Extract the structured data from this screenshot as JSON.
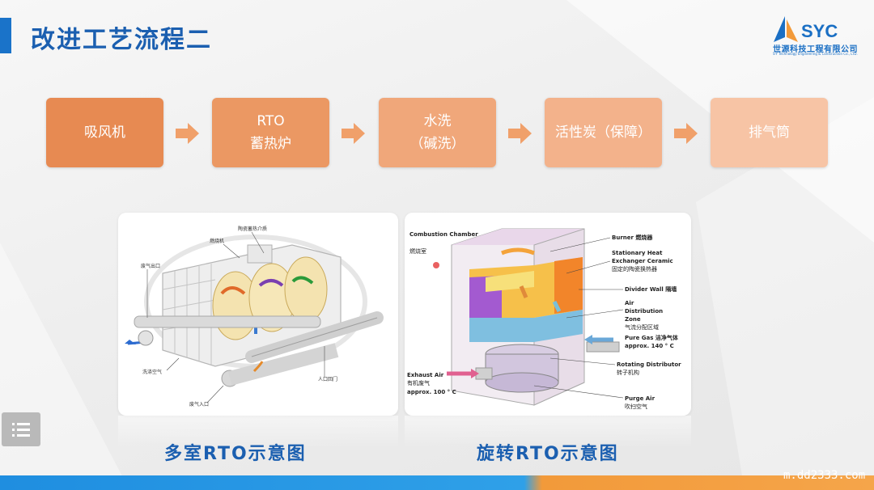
{
  "slide": {
    "title": "改进工艺流程二",
    "logo_brand": "SYC",
    "logo_company": "世源科技工程有限公司",
    "logo_subtitle": "S-Y Technology Engineering & Construction Co., LTD."
  },
  "process_steps": [
    {
      "line1": "吸风机",
      "line2": ""
    },
    {
      "line1": "RTO",
      "line2": "蓄热炉"
    },
    {
      "line1": "水洗",
      "line2": "（碱洗）"
    },
    {
      "line1": "活性炭（保障）",
      "line2": ""
    },
    {
      "line1": "排气筒",
      "line2": ""
    }
  ],
  "diagram_left": {
    "caption": "多室RTO示意图",
    "labels": {
      "ceramic": "陶瓷蓄热介质",
      "burner": "燃烧机",
      "gas_out": "废气出口",
      "purge": "洗涤空气",
      "manhole": "人口回门",
      "gas_in": "废气入口"
    }
  },
  "diagram_right": {
    "caption": "旋转RTO示意图",
    "labels": {
      "combustion_en": "Combustion Chamber",
      "combustion_cn": "燃烧室",
      "burner": "Burner 燃烧器",
      "heat_en1": "Stationary Heat",
      "heat_en2": "Exchanger Ceramic",
      "heat_cn": "固定的陶瓷换热器",
      "divider": "Divider Wall 隔墙",
      "air_en1": "Air",
      "air_en2": "Distribution",
      "air_en3": "Zone",
      "air_cn": "气流分配区域",
      "pure_gas": "Pure Gas 洁净气体",
      "pure_temp": "approx. 140 ° C",
      "rotating": "Rotating Distributor",
      "rotating_cn": "转子机构",
      "exhaust_en": "Exhaust Air",
      "exhaust_cn": "有机废气",
      "exhaust_temp": "approx. 100 ° C",
      "purge_en": "Purge Air",
      "purge_cn": "吹扫空气"
    }
  },
  "watermark": "m.dd2333.com",
  "colors": {
    "title_blue": "#1b5fb0",
    "step_orange": "#e78a52",
    "arrow_orange": "#f0a06a"
  }
}
